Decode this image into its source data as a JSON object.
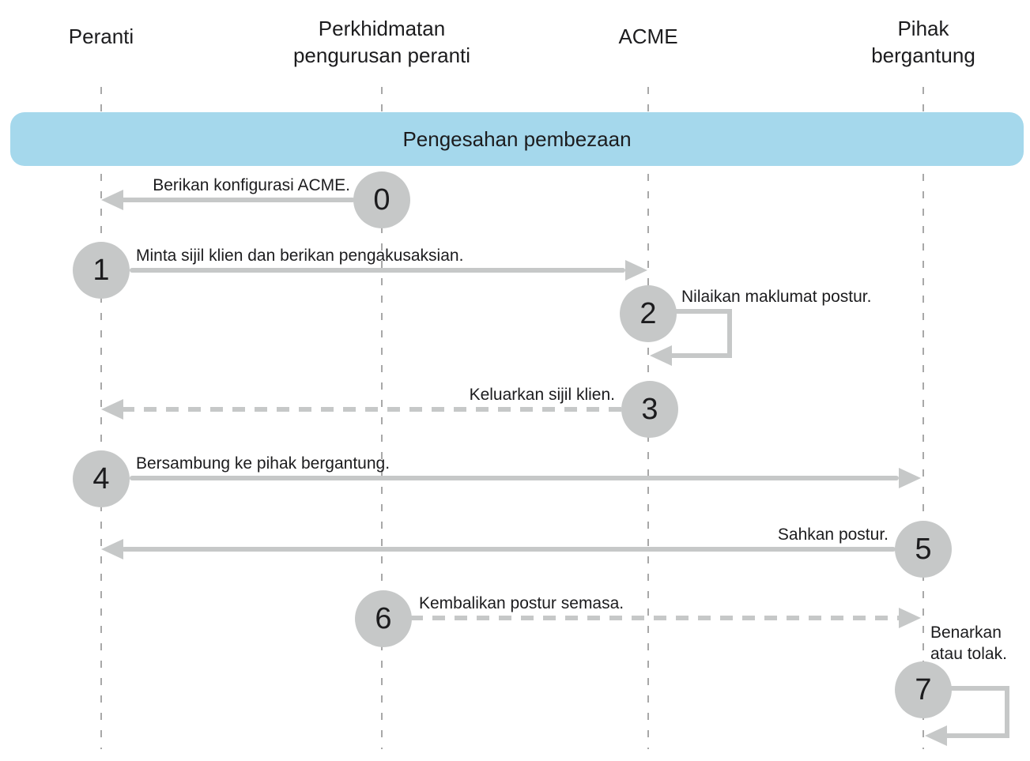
{
  "diagram": {
    "banner": {
      "title": "Pengesahan pembezaan"
    },
    "actors": [
      {
        "label": "Peranti"
      },
      {
        "label": "Perkhidmatan pengurusan peranti"
      },
      {
        "label": "ACME"
      },
      {
        "label": "Pihak bergantung"
      }
    ],
    "steps": [
      {
        "number": "0",
        "label": "Berikan konfigurasi ACME.",
        "from": "Perkhidmatan pengurusan peranti",
        "to": "Peranti",
        "line": "solid",
        "direction": "left"
      },
      {
        "number": "1",
        "label": "Minta sijil klien dan berikan pengakusaksian.",
        "from": "Peranti",
        "to": "ACME",
        "line": "solid",
        "direction": "right"
      },
      {
        "number": "2",
        "label": "Nilaikan maklumat postur.",
        "from": "ACME",
        "to": "ACME",
        "line": "solid",
        "direction": "self"
      },
      {
        "number": "3",
        "label": "Keluarkan sijil klien.",
        "from": "ACME",
        "to": "Peranti",
        "line": "dashed",
        "direction": "left"
      },
      {
        "number": "4",
        "label": "Bersambung ke pihak bergantung.",
        "from": "Peranti",
        "to": "Pihak bergantung",
        "line": "solid",
        "direction": "right"
      },
      {
        "number": "5",
        "label": "Sahkan postur.",
        "from": "Pihak bergantung",
        "to": "Peranti",
        "line": "solid",
        "direction": "left"
      },
      {
        "number": "6",
        "label": "Kembalikan postur semasa.",
        "from": "Perkhidmatan pengurusan peranti",
        "to": "Pihak bergantung",
        "line": "dashed",
        "direction": "right"
      },
      {
        "number": "7",
        "label": "Benarkan atau tolak.",
        "from": "Pihak bergantung",
        "to": "Pihak bergantung",
        "line": "solid",
        "direction": "self"
      }
    ],
    "colors": {
      "banner_bg": "#a5d8ec",
      "node_gray": "#c6c8c8",
      "lifeline_gray": "#a8a8a8",
      "text": "#1c1c1e"
    }
  }
}
